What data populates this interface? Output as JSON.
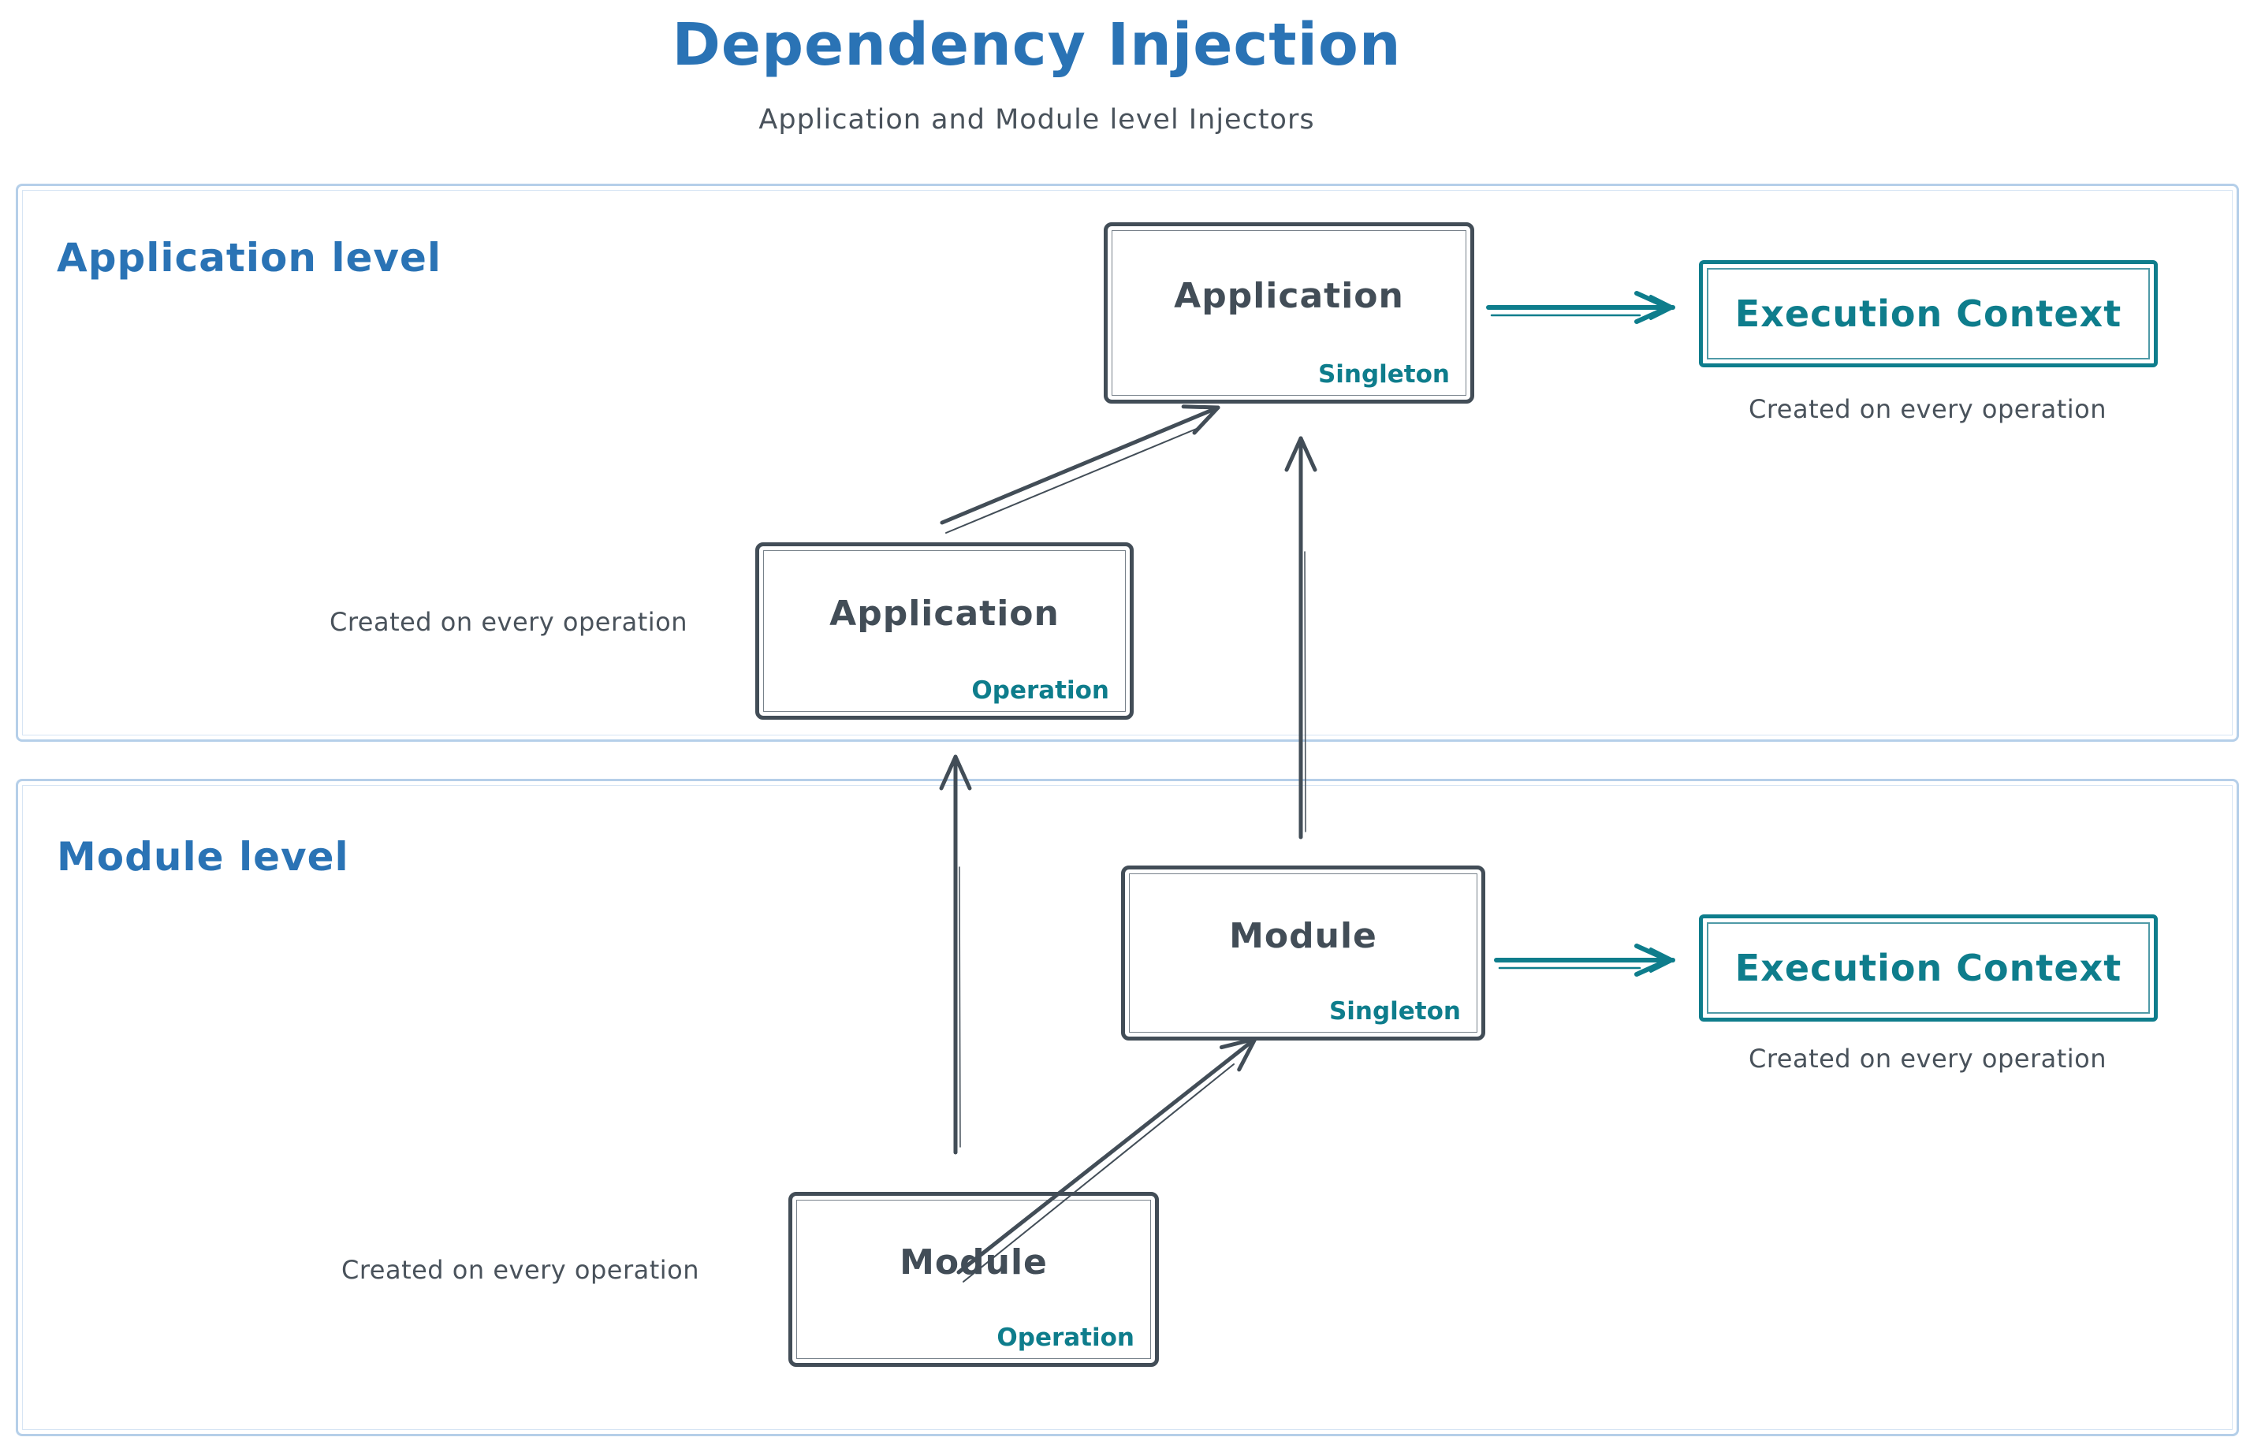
{
  "title": "Dependency Injection",
  "subtitle": "Application and Module level Injectors",
  "colors": {
    "blue": "#2a73b5",
    "teal": "#0e7d8c",
    "ink": "#424d57",
    "gray": "#49525b",
    "frame": "#b5cfe9",
    "frame_soft": "#d7e5f4",
    "ink_soft": "#77818a",
    "teal_soft": "#4f9aa7"
  },
  "sections": {
    "application": {
      "label": "Application level"
    },
    "module": {
      "label": "Module level"
    }
  },
  "nodes": {
    "app_singleton": {
      "label": "Application",
      "sublabel": "Singleton"
    },
    "app_operation": {
      "label": "Application",
      "sublabel": "Operation"
    },
    "module_singleton": {
      "label": "Module",
      "sublabel": "Singleton"
    },
    "module_operation": {
      "label": "Module",
      "sublabel": "Operation"
    },
    "ec_app": {
      "label": "Execution Context",
      "caption": "Created on every operation"
    },
    "ec_module": {
      "label": "Execution Context",
      "caption": "Created on every operation"
    }
  },
  "notes": {
    "app_operation": "Created on every operation",
    "module_operation": "Created on every operation"
  }
}
